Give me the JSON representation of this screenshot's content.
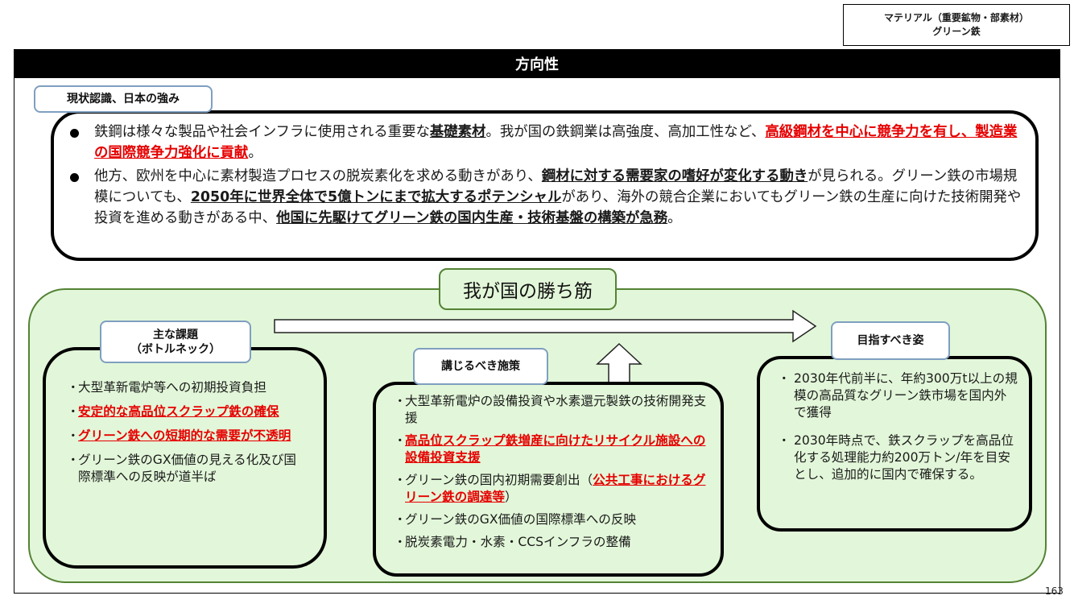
{
  "tag": {
    "line1": "マテリアル（重要鉱物・部素材）",
    "line2": "グリーン鉄"
  },
  "header": {
    "title": "方向性"
  },
  "status": {
    "label": "現状認識、日本の強み",
    "bullets": [
      [
        {
          "t": "鉄鋼は様々な製品や社会インフラに使用される重要な",
          "s": ""
        },
        {
          "t": "基礎素材",
          "s": "b"
        },
        {
          "t": "。我が国の鉄鋼業は高強度、高加工性など、",
          "s": ""
        },
        {
          "t": "高級鋼材を中心に競争力を有し、製造業の国際競争力強化に貢献",
          "s": "r"
        },
        {
          "t": "。",
          "s": ""
        }
      ],
      [
        {
          "t": "他方、欧州を中心に素材製造プロセスの脱炭素化を求める動きがあり、",
          "s": ""
        },
        {
          "t": "鋼材に対する需要家の嗜好が変化する動き",
          "s": "b"
        },
        {
          "t": "が見られる。グリーン鉄の市場規模についても、",
          "s": ""
        },
        {
          "t": "2050年に世界全体で5億トンにまで拡大するポテンシャル",
          "s": "b"
        },
        {
          "t": "があり、海外の競合企業においてもグリーン鉄の生産に向けた技術開発や投資を進める動きがある中、",
          "s": ""
        },
        {
          "t": "他国に先駆けてグリーン鉄の国内生産・技術基盤の構築が急務",
          "s": "b"
        },
        {
          "t": "。",
          "s": ""
        }
      ]
    ]
  },
  "winning": {
    "title": "我が国の勝ち筋"
  },
  "challenges": {
    "label_line1": "主な課題",
    "label_line2": "（ボトルネック）",
    "bullet_mark": "・",
    "items": [
      [
        {
          "t": "大型革新電炉等への初期投資負担",
          "s": ""
        }
      ],
      [
        {
          "t": "安定的な高品位スクラップ鉄の確保",
          "s": "r"
        }
      ],
      [
        {
          "t": "グリーン鉄への短期的な需要が不透明",
          "s": "r"
        }
      ],
      [
        {
          "t": "グリーン鉄のGX価値の見える化及び国際標準への反映が道半ば",
          "s": ""
        }
      ]
    ]
  },
  "measures": {
    "label": "講じるべき施策",
    "bullet_mark": "・",
    "items": [
      [
        {
          "t": "大型革新電炉の設備投資や水素還元製鉄の技術開発支援",
          "s": ""
        }
      ],
      [
        {
          "t": "高品位スクラップ鉄増産に向けたリサイクル施設への設備投資支援",
          "s": "r"
        }
      ],
      [
        {
          "t": "グリーン鉄の国内初期需要創出（",
          "s": ""
        },
        {
          "t": "公共工事におけるグリーン鉄の調達等",
          "s": "r"
        },
        {
          "t": "）",
          "s": ""
        }
      ],
      [
        {
          "t": "グリーン鉄のGX価値の国際標準への反映",
          "s": ""
        }
      ],
      [
        {
          "t": "脱炭素電力・水素・CCSインフラの整備",
          "s": ""
        }
      ]
    ]
  },
  "goals": {
    "label": "目指すべき姿",
    "bullet_mark": "・",
    "items": [
      [
        {
          "t": " 2030年代前半に、年約300万t以上の規模の高品質なグリーン鉄市場を国内外で獲得",
          "s": ""
        }
      ],
      [
        {
          "t": " 2030年時点で、鉄スクラップを高品位化する処理能力約200万トン/年を目安とし、追加的に国内で確保する。",
          "s": ""
        }
      ]
    ]
  },
  "page_number": "163"
}
